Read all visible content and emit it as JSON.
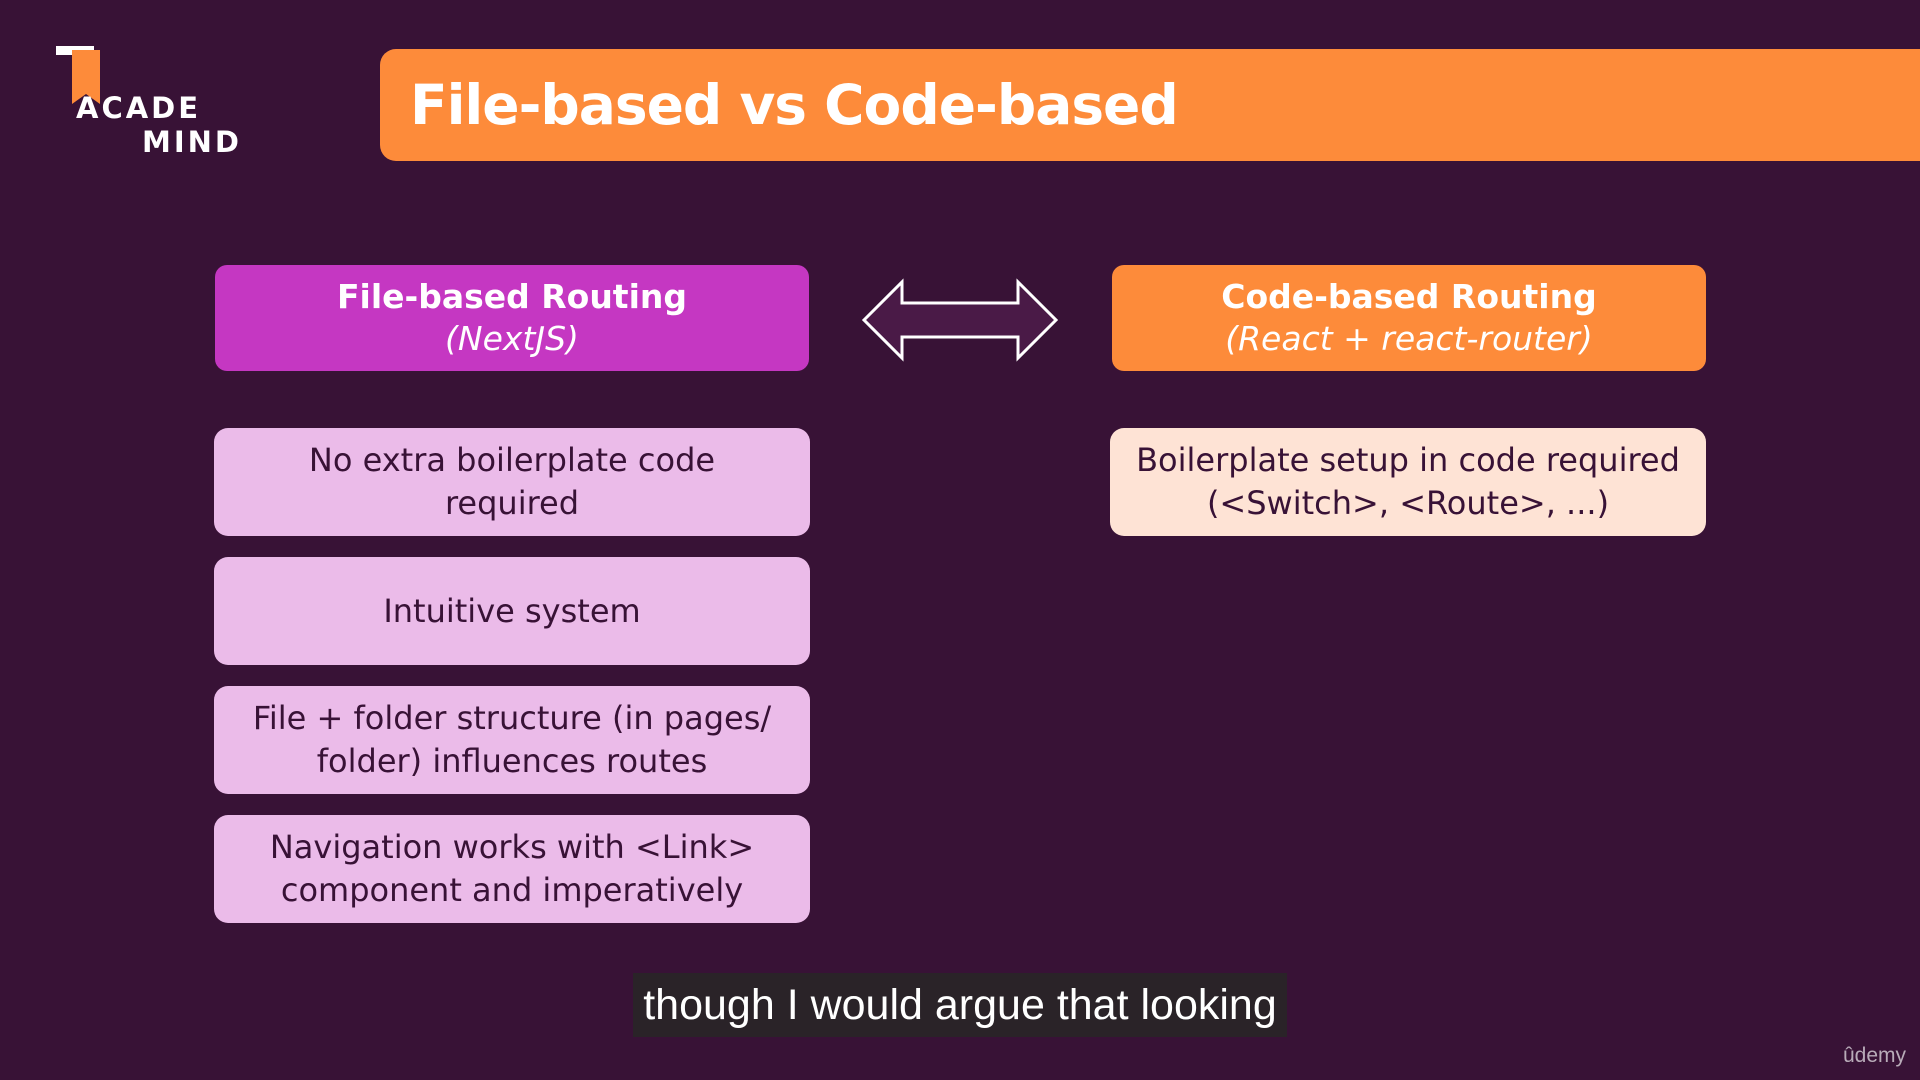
{
  "logo": {
    "line1": "ACADE",
    "line2": "MIND"
  },
  "slide": {
    "title": "File-based vs Code-based",
    "left_header": {
      "title": "File-based Routing",
      "subtitle": "(NextJS)"
    },
    "right_header": {
      "title": "Code-based Routing",
      "subtitle": "(React + react-router)"
    },
    "arrow_icon": "double-arrow-icon",
    "left_points": [
      "No extra boilerplate code required",
      "Intuitive system",
      "File + folder structure (in pages/ folder) influences routes",
      "Navigation works with <Link> component and imperatively"
    ],
    "right_points": [
      "Boilerplate setup in code required (<Switch>, <Route>, ...)"
    ]
  },
  "caption": {
    "text": "though I would argue that looking"
  },
  "watermark": {
    "text": "ûdemy"
  },
  "colors": {
    "background": "#381236",
    "orange": "#fd8b3a",
    "magenta": "#c537c2",
    "light_pink": "#ebbbe9",
    "light_peach": "#fee3d5"
  }
}
